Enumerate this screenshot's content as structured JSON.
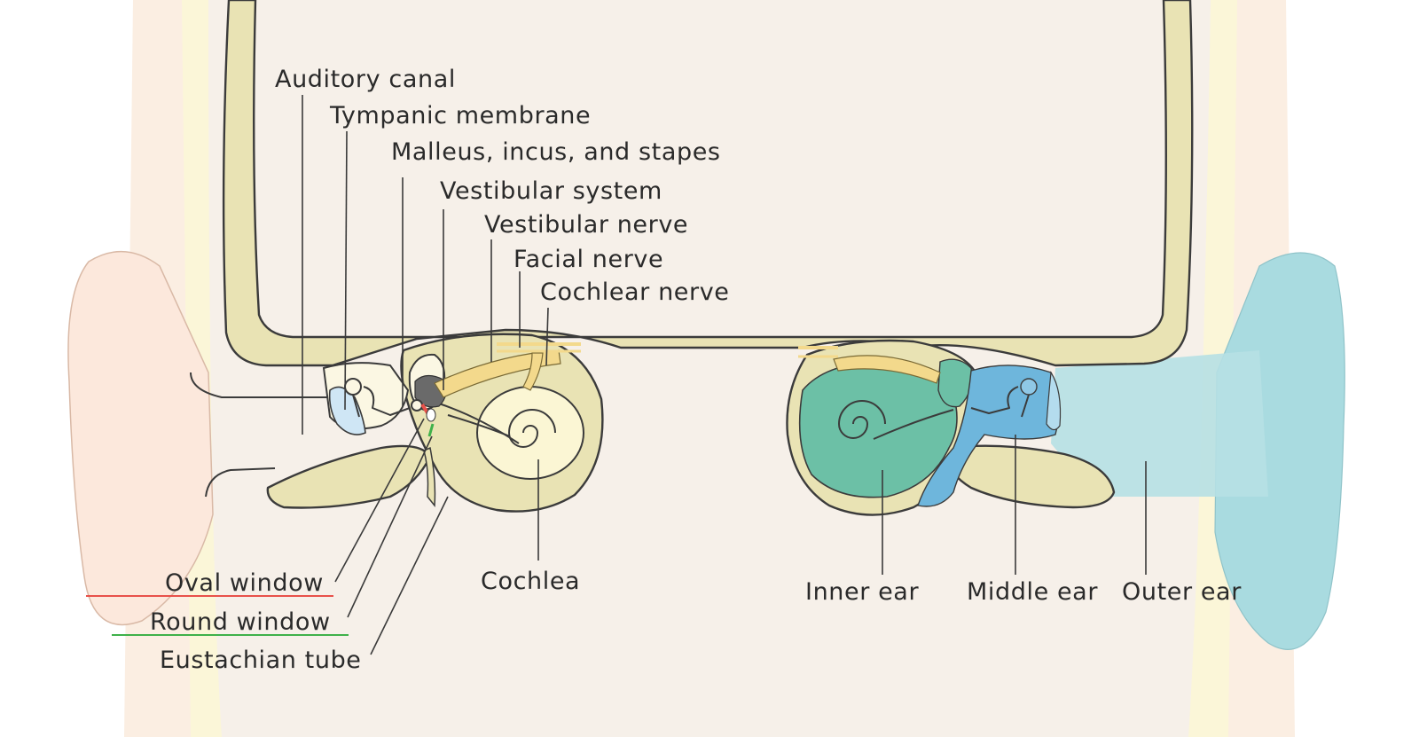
{
  "labels": {
    "auditory_canal": "Auditory canal",
    "tympanic_membrane": "Tympanic membrane",
    "ossicles": "Malleus, incus, and stapes",
    "vestibular_system": "Vestibular system",
    "vestibular_nerve": "Vestibular nerve",
    "facial_nerve": "Facial nerve",
    "cochlear_nerve": "Cochlear nerve",
    "oval_window": "Oval window",
    "round_window": "Round window",
    "eustachian_tube": "Eustachian tube",
    "cochlea": "Cochlea",
    "inner_ear": "Inner ear",
    "middle_ear": "Middle ear",
    "outer_ear": "Outer ear"
  },
  "colors": {
    "head_fill": "#f6f0e9",
    "skin_outer": "#fbe9dc",
    "skull_bone": "#e9e3b4",
    "inner_ear_region": "#6cc0a6",
    "middle_ear_region": "#6eb6dc",
    "outer_ear_region": "#a9dbe0",
    "nerve": "#f3d98c",
    "oval_window_marker": "#e8514a",
    "round_window_marker": "#3fb14a",
    "tympanic_membrane": "#cfe6f5"
  }
}
